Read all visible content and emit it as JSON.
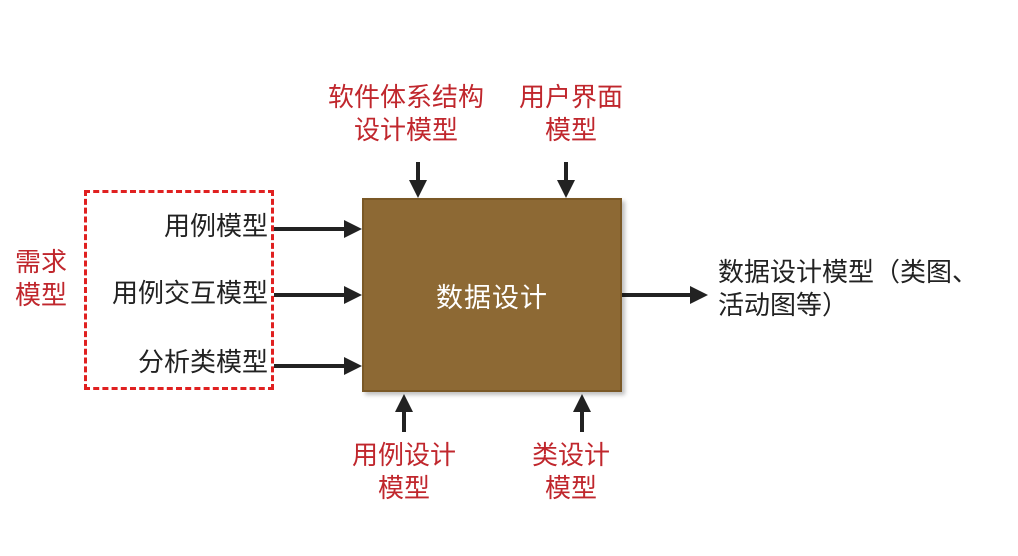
{
  "diagram": {
    "process": {
      "label": "数据设计"
    },
    "requirements_group": {
      "label_lines": [
        "需求",
        "模型"
      ],
      "inputs": [
        "用例模型",
        "用例交互模型",
        "分析类模型"
      ]
    },
    "top_inputs": [
      {
        "lines": [
          "软件体系结构",
          "设计模型"
        ]
      },
      {
        "lines": [
          "用户界面",
          "模型"
        ]
      }
    ],
    "bottom_inputs": [
      {
        "lines": [
          "用例设计",
          "模型"
        ]
      },
      {
        "lines": [
          "类设计",
          "模型"
        ]
      }
    ],
    "output": {
      "lines": [
        "数据设计模型（类图、",
        "活动图等）"
      ]
    },
    "colors": {
      "process_fill": "#8d6934",
      "label_red": "#c0272d",
      "dashed_border": "#e02020",
      "arrow": "#222222"
    }
  }
}
